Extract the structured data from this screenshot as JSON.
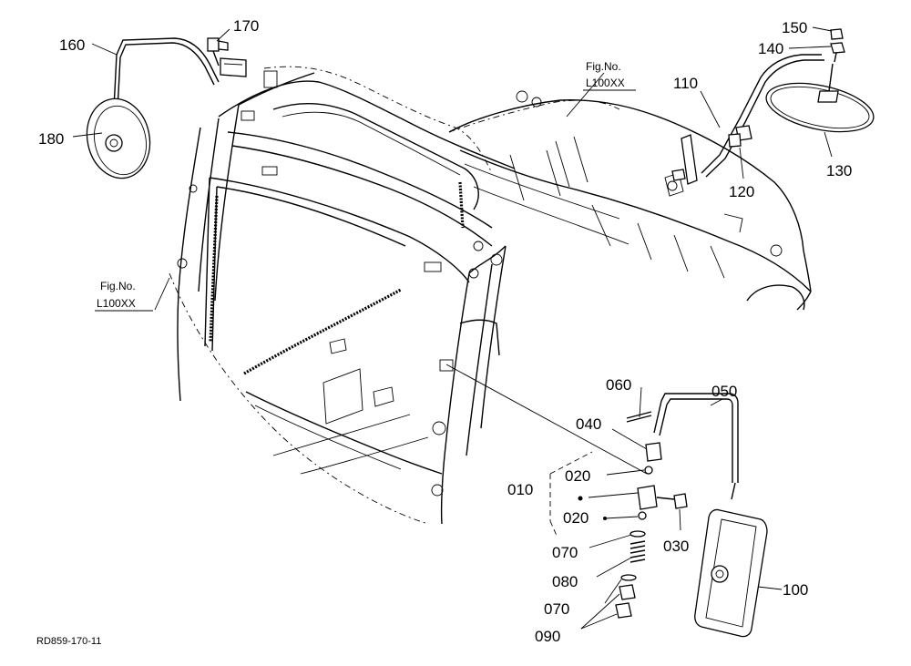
{
  "diagram": {
    "callouts": {
      "p010": "010",
      "p020a": "020",
      "p020b": "020",
      "p030": "030",
      "p040": "040",
      "p050": "050",
      "p060": "060",
      "p070a": "070",
      "p070b": "070",
      "p080": "080",
      "p090": "090",
      "p100": "100",
      "p110": "110",
      "p120": "120",
      "p130": "130",
      "p140": "140",
      "p150": "150",
      "p160": "160",
      "p170": "170",
      "p180": "180"
    },
    "fig_refs": {
      "left": {
        "line1": "Fig.No.",
        "line2": "L100XX"
      },
      "top": {
        "line1": "Fig.No.",
        "line2": "L100XX"
      }
    },
    "document_id": "RD859-170-11"
  }
}
